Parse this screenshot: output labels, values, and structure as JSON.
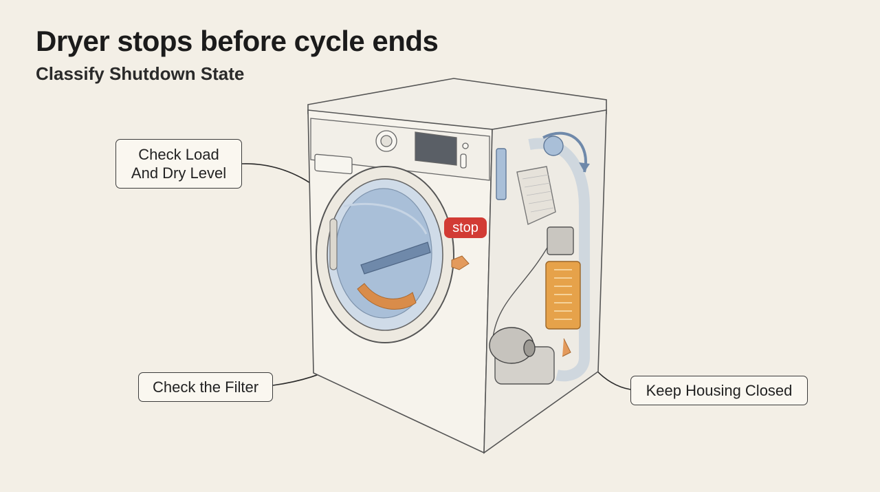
{
  "header": {
    "title": "Dryer stops before cycle ends",
    "subtitle": "Classify Shutdown State"
  },
  "callouts": {
    "load": "Check Load\nAnd Dry Level",
    "filter": "Check the Filter",
    "housing": "Keep Housing Closed"
  },
  "badge": {
    "stop": "stop"
  },
  "colors": {
    "background": "#f3efe6",
    "stop_badge": "#d23b34",
    "drum_blue": "#a9bfd8",
    "heater_orange": "#e6a24a",
    "filter_orange": "#d98c4a"
  }
}
